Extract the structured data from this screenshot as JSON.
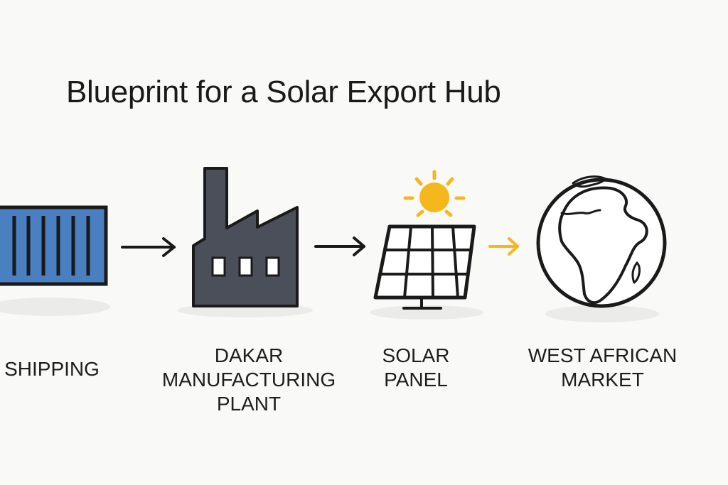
{
  "title": "Blueprint for a Solar Export Hub",
  "steps": [
    {
      "icon": "shipping-container-icon",
      "label_lines": [
        "SHIPPING"
      ]
    },
    {
      "icon": "factory-icon",
      "label_lines": [
        "DAKAR",
        "MANUFACTURING",
        "PLANT"
      ]
    },
    {
      "icon": "solar-panel-icon",
      "label_lines": [
        "SOLAR",
        "PANEL"
      ]
    },
    {
      "icon": "globe-africa-icon",
      "label_lines": [
        "WEST AFRICAN",
        "MARKET"
      ]
    }
  ],
  "colors": {
    "background": "#f9f9f8",
    "container_blue": "#4a7fc1",
    "factory_gray": "#4a4f59",
    "sun_yellow": "#f5b81c",
    "arrow_accent": "#f5b81c",
    "outline": "#1a1a1a",
    "shadow": "#ebebe9"
  }
}
